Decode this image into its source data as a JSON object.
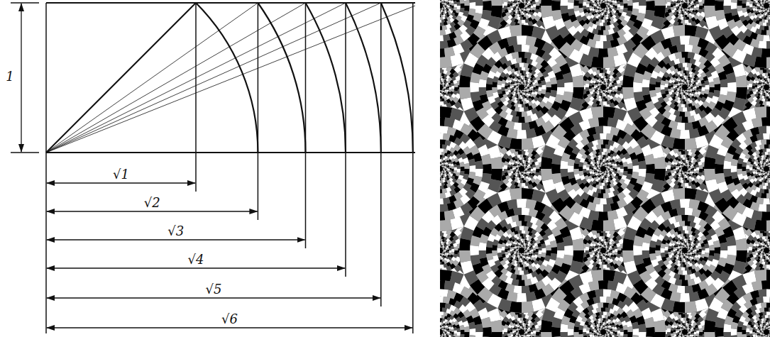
{
  "diagram": {
    "labels": [
      "1",
      "√1",
      "√2",
      "√3",
      "√4",
      "√5",
      "√6"
    ]
  }
}
